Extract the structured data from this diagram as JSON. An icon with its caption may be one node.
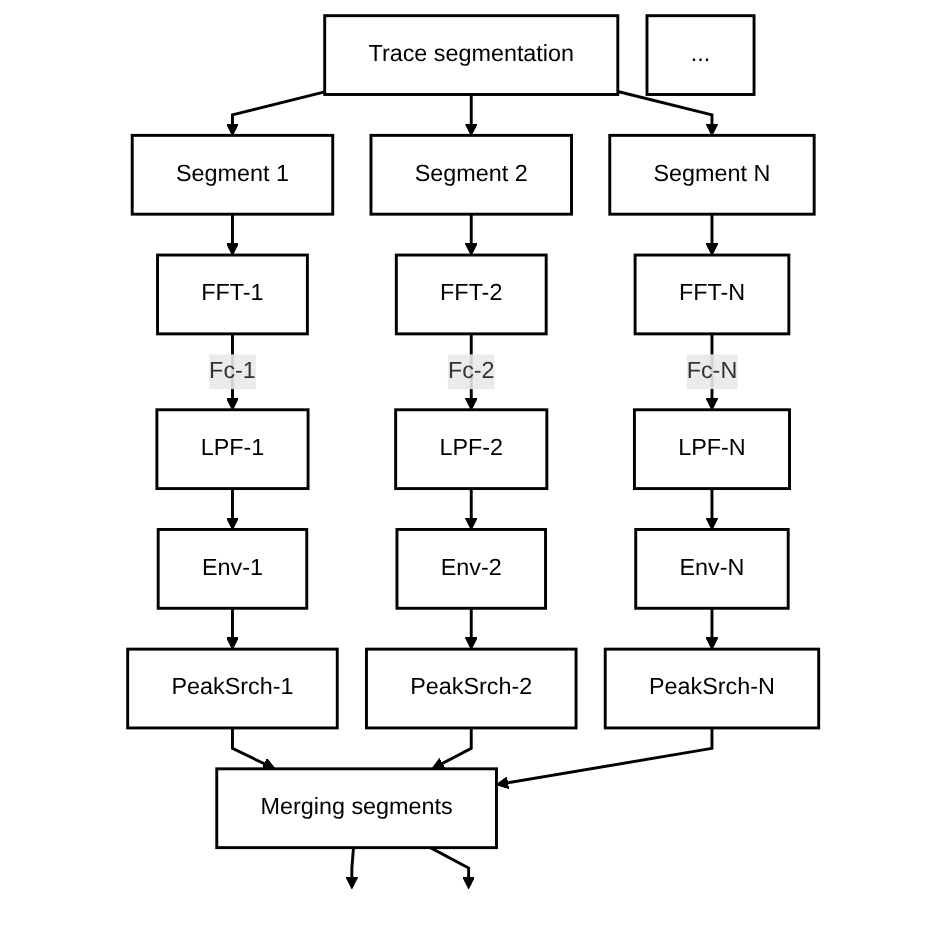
{
  "diagram": {
    "nodes": [
      {
        "text": [
          "Trace segmentation"
        ]
      },
      {
        "text": [
          "Segment 1"
        ]
      },
      {
        "text": [
          "Segment 2"
        ]
      },
      {
        "text": [
          "..."
        ]
      },
      {
        "text": [
          "Segment N"
        ]
      },
      {
        "text": [
          "FFT-1"
        ]
      },
      {
        "text": [
          "LPF-1"
        ]
      },
      {
        "text": [
          "Env-1"
        ]
      },
      {
        "text": [
          "PeakSrch-1"
        ]
      },
      {
        "text": [
          "FFT-2"
        ]
      },
      {
        "text": [
          "LPF-2"
        ]
      },
      {
        "text": [
          "Env-2"
        ]
      },
      {
        "text": [
          "PeakSrch-2"
        ]
      },
      {
        "text": [
          "FFT-N"
        ]
      },
      {
        "text": [
          "LPF-N"
        ]
      },
      {
        "text": [
          "Env-N"
        ]
      },
      {
        "text": [
          "PeakSrch-N"
        ]
      },
      {
        "text": [
          "Merging segments"
        ]
      }
    ],
    "edges": [
      {
        "from": 0,
        "to": 1,
        "arrow": "to"
      },
      {
        "from": 0,
        "to": 2,
        "arrow": "to"
      },
      {
        "from": 0,
        "to": 4,
        "arrow": "to"
      },
      {
        "from": 1,
        "to": 5,
        "arrow": "to"
      },
      {
        "from": 5,
        "to": 6,
        "arrow": "to",
        "label": "Fc-1"
      },
      {
        "from": 6,
        "to": 7,
        "arrow": "to"
      },
      {
        "from": 7,
        "to": 8,
        "arrow": "to"
      },
      {
        "from": 2,
        "to": 9,
        "arrow": "to"
      },
      {
        "from": 9,
        "to": 10,
        "arrow": "to",
        "label": "Fc-2"
      },
      {
        "from": 10,
        "to": 11,
        "arrow": "to"
      },
      {
        "from": 11,
        "to": 12,
        "arrow": "to"
      },
      {
        "from": 4,
        "to": 13,
        "arrow": "to"
      },
      {
        "from": 13,
        "to": 14,
        "arrow": "to",
        "label": "Fc-N"
      },
      {
        "from": 14,
        "to": 15,
        "arrow": "to"
      },
      {
        "from": 15,
        "to": 16,
        "arrow": "to"
      },
      {
        "from": 8,
        "to": 17,
        "arrow": "to"
      },
      {
        "from": 12,
        "to": 17,
        "arrow": "to"
      },
      {
        "from": 16,
        "to": 17,
        "arrow": "to"
      },
      {
        "from": 17,
        "to": null,
        "arrow": "to"
      },
      {
        "from": 17,
        "to": null,
        "arrow": "to"
      }
    ]
  }
}
